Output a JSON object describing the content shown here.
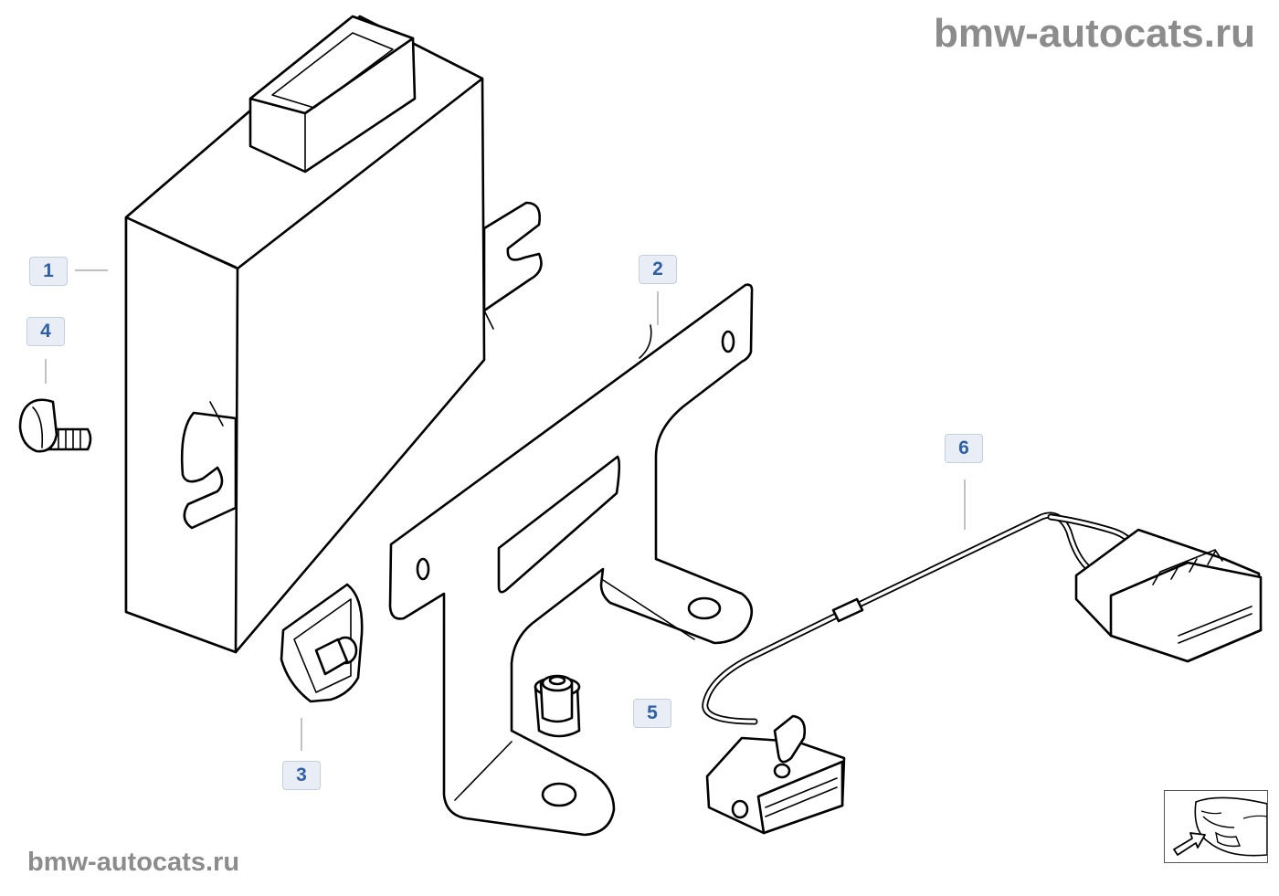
{
  "watermark": {
    "top": "bmw-autocats.ru",
    "bottom": "bmw-autocats.ru"
  },
  "callouts": [
    "1",
    "2",
    "3",
    "4",
    "5",
    "6"
  ],
  "nav": {
    "icon": "car-front-arrow-icon"
  }
}
